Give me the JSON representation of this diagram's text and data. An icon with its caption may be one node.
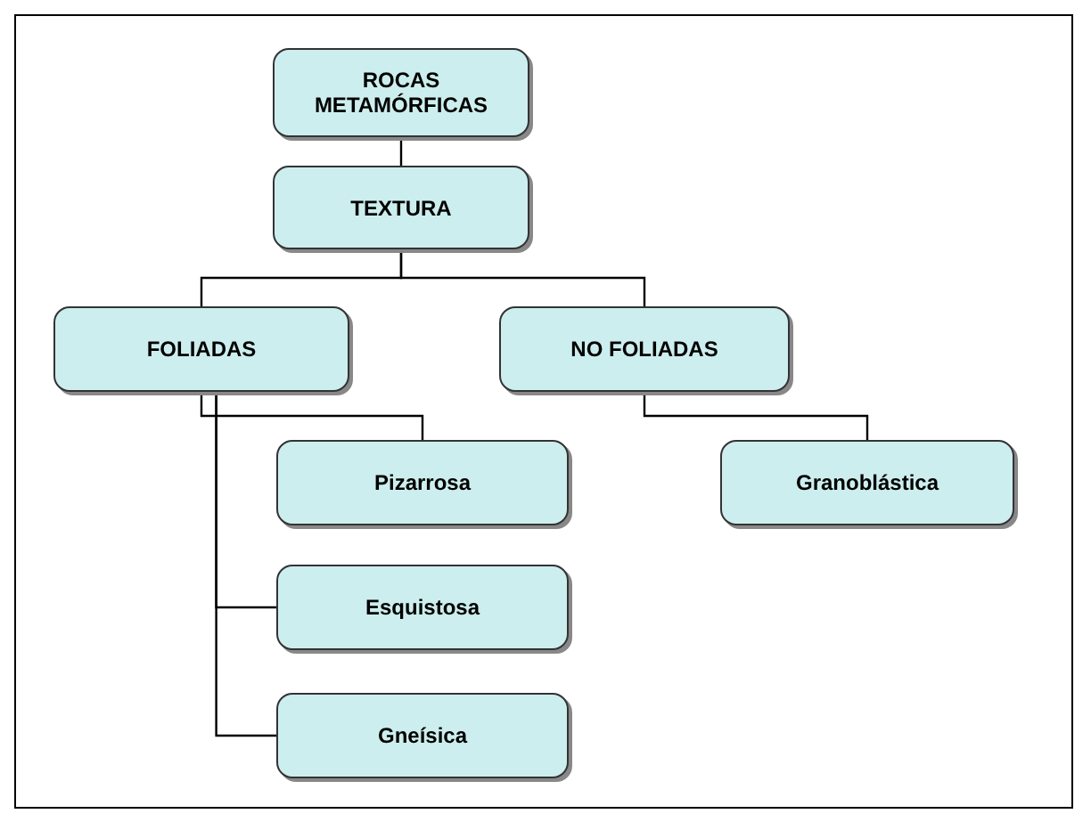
{
  "diagram": {
    "nodes": [
      {
        "text": [
          "ROCAS METAMÓRFICAS"
        ]
      },
      {
        "text": [
          "TEXTURA"
        ]
      },
      {
        "text": [
          "FOLIADAS"
        ]
      },
      {
        "text": [
          "NO FOLIADAS"
        ]
      },
      {
        "text": [
          "Pizarrosa"
        ]
      },
      {
        "text": [
          "Esquistosa"
        ]
      },
      {
        "text": [
          "Gneísica"
        ]
      },
      {
        "text": [
          "Granoblástica"
        ]
      }
    ],
    "edges": [
      {
        "from": 0,
        "to": 1,
        "arrow": "none"
      },
      {
        "from": 1,
        "to": 2,
        "arrow": "none"
      },
      {
        "from": 1,
        "to": 3,
        "arrow": "none"
      },
      {
        "from": 2,
        "to": 4,
        "arrow": "none"
      },
      {
        "from": 2,
        "to": 5,
        "arrow": "none"
      },
      {
        "from": 2,
        "to": 6,
        "arrow": "none"
      },
      {
        "from": 3,
        "to": 7,
        "arrow": "none"
      }
    ]
  }
}
